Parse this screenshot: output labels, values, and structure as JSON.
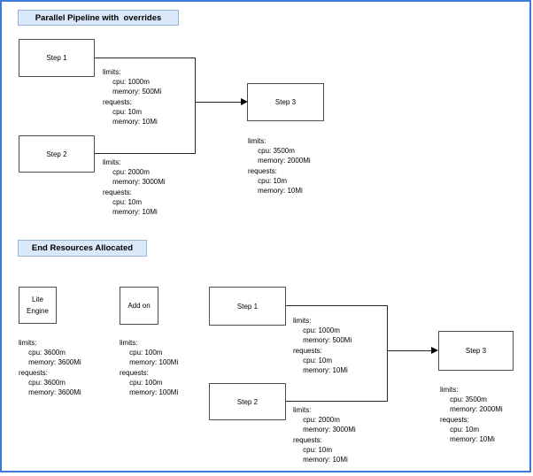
{
  "colors": {
    "frame_border": "#3b7ad9",
    "header_fill": "#dae8fc",
    "header_border": "#9db5d2",
    "node_border": "#4d4d4d",
    "connector": "#262626",
    "text": "#000000"
  },
  "sections": {
    "top": {
      "title": "Parallel Pipeline with  overrides",
      "nodes": {
        "step1": {
          "label": "Step 1"
        },
        "step2": {
          "label": "Step 2"
        },
        "step3": {
          "label": "Step 3"
        }
      },
      "resources": {
        "step1": "limits:\n     cpu: 1000m\n     memory: 500Mi\nrequests:\n     cpu: 10m\n     memory: 10Mi",
        "step2": "limits:\n     cpu: 2000m\n     memory: 3000Mi\nrequests:\n     cpu: 10m\n     memory: 10Mi",
        "step3": "limits:\n     cpu: 3500m\n     memory: 2000Mi\nrequests:\n     cpu: 10m\n     memory: 10Mi"
      }
    },
    "bottom": {
      "title": "End Resources Allocated",
      "nodes": {
        "lite_engine": {
          "label": "Lite\nEngine"
        },
        "addon": {
          "label": "Add on"
        },
        "step1": {
          "label": "Step 1"
        },
        "step2": {
          "label": "Step 2"
        },
        "step3": {
          "label": "Step 3"
        }
      },
      "resources": {
        "lite_engine": "limits:\n     cpu: 3600m\n     memory: 3600Mi\nrequests:\n     cpu: 3600m\n     memory: 3600Mi",
        "addon": "limits:\n     cpu: 100m\n     memory: 100Mi\nrequests:\n     cpu: 100m\n     memory: 100Mi",
        "step1": "limits:\n     cpu: 1000m\n     memory: 500Mi\nrequests:\n     cpu: 10m\n     memory: 10Mi",
        "step2": "limits:\n     cpu: 2000m\n     memory: 3000Mi\nrequests:\n     cpu: 10m\n     memory: 10Mi",
        "step3": "limits:\n     cpu: 3500m\n     memory: 2000Mi\nrequests:\n     cpu: 10m\n     memory: 10Mi"
      }
    }
  }
}
